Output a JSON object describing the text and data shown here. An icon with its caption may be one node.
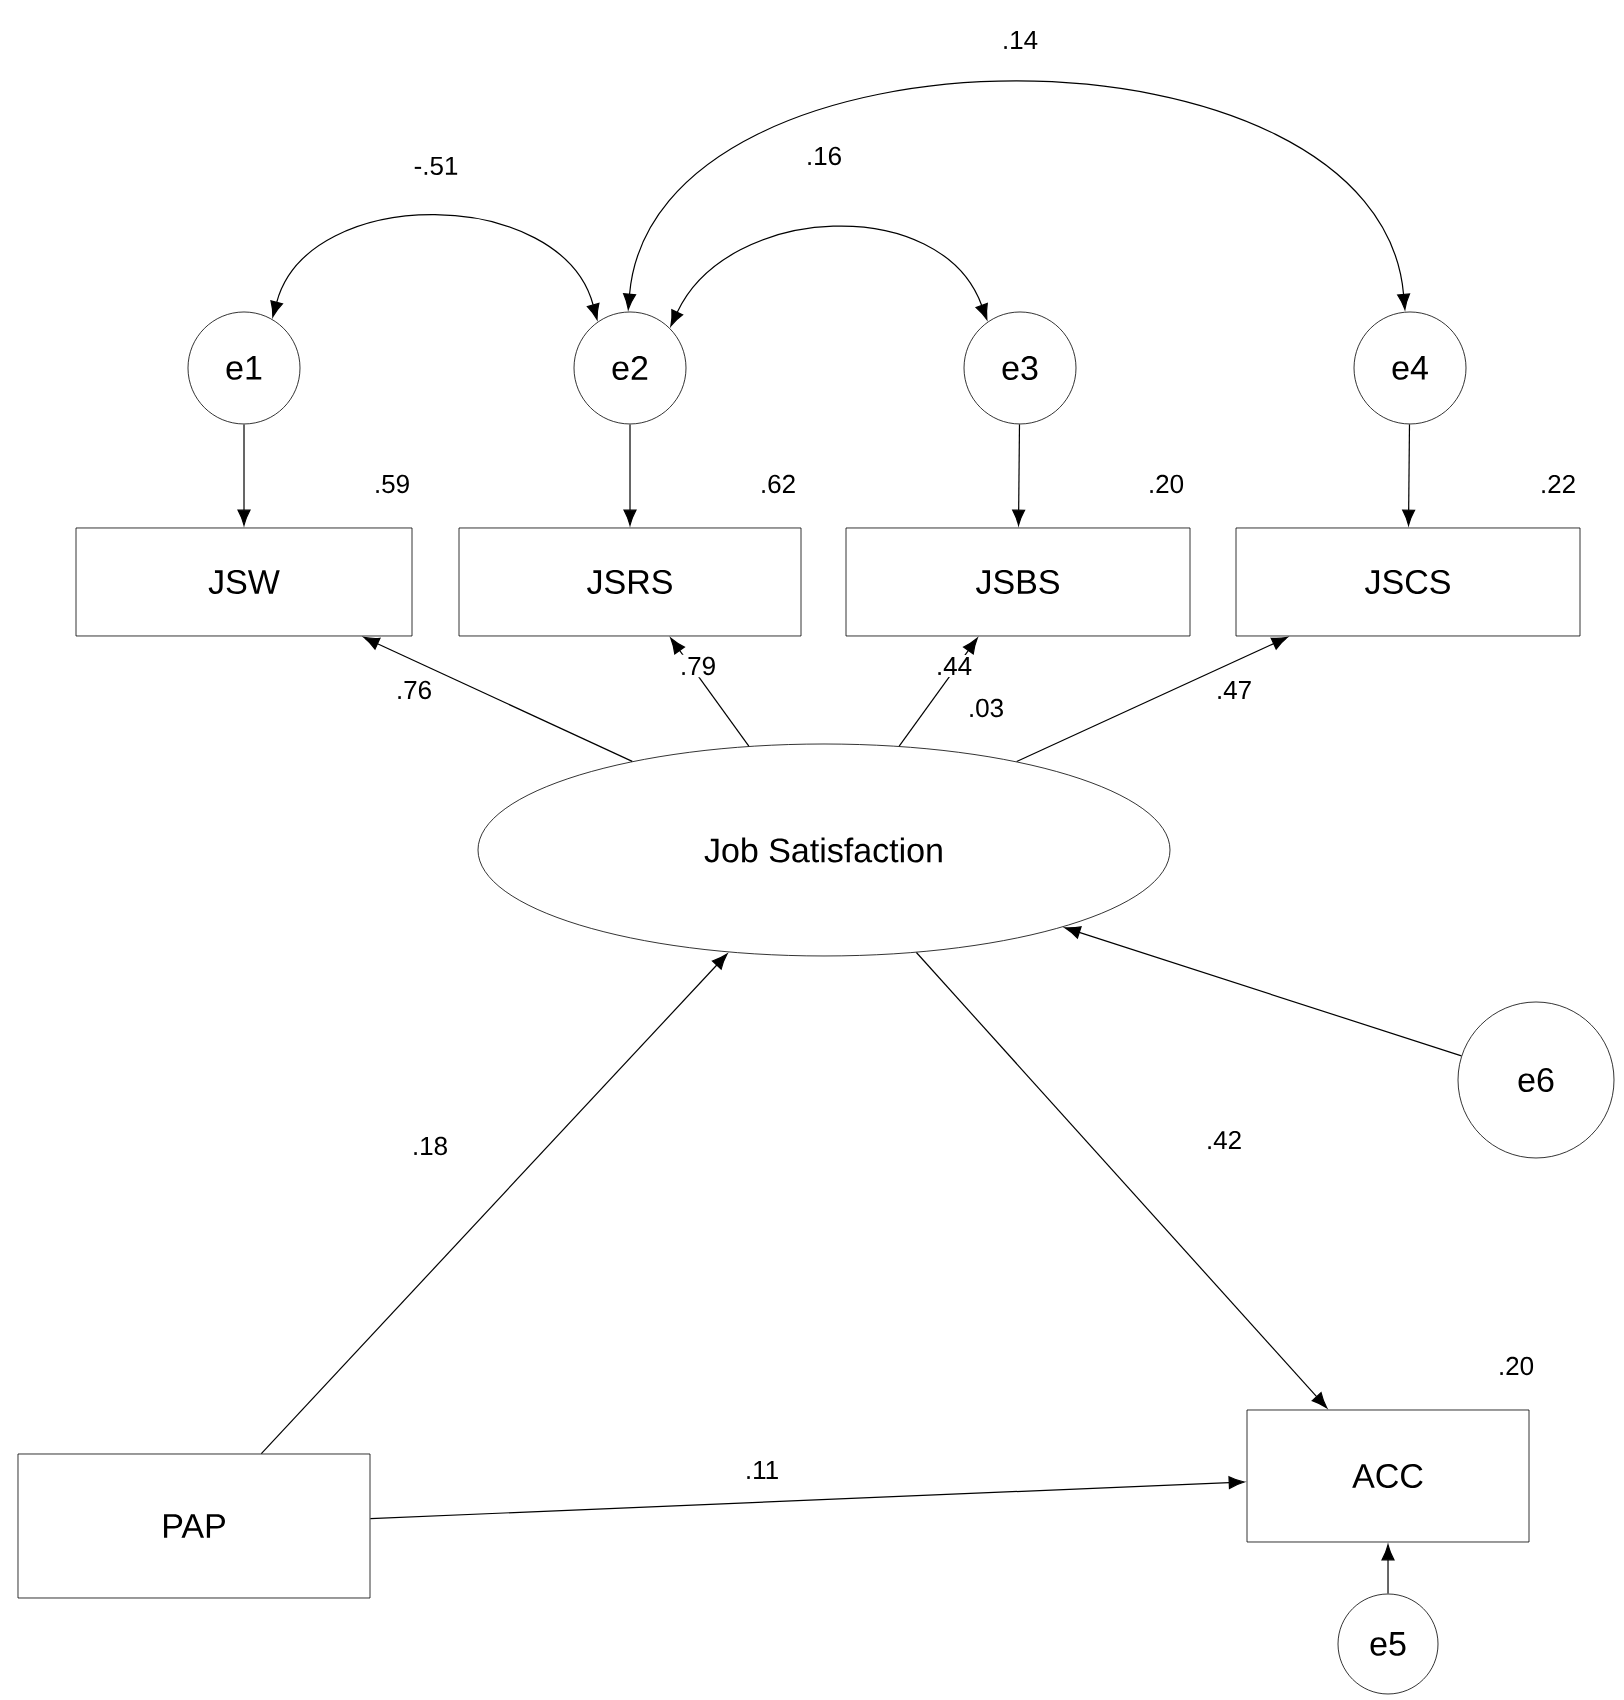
{
  "diagram": {
    "nodes": [
      {
        "text": [
          "e1"
        ]
      },
      {
        "text": [
          "e2"
        ]
      },
      {
        "text": [
          "e3"
        ]
      },
      {
        "text": [
          "e4"
        ]
      },
      {
        "text": [
          "JSW"
        ],
        "beside": [
          ".59"
        ]
      },
      {
        "text": [
          "JSRS"
        ],
        "beside": [
          ".62"
        ]
      },
      {
        "text": [
          "JSBS"
        ],
        "beside": [
          ".20"
        ]
      },
      {
        "text": [
          "JSCS"
        ],
        "beside": [
          ".22"
        ]
      },
      {
        "text": [
          "Job Satisfaction"
        ]
      },
      {
        "text": [
          "e6"
        ]
      },
      {
        "text": [
          "PAP"
        ]
      },
      {
        "text": [
          "ACC"
        ],
        "beside": [
          ".20"
        ]
      },
      {
        "text": [
          "e5"
        ]
      }
    ],
    "edges": [
      {
        "from": 0,
        "to": 1,
        "arrow": "both",
        "label": "-.51"
      },
      {
        "from": 1,
        "to": 2,
        "arrow": "both",
        "label": ".16"
      },
      {
        "from": 1,
        "to": 3,
        "arrow": "both",
        "label": ".14"
      },
      {
        "from": 0,
        "to": 4,
        "arrow": "to"
      },
      {
        "from": 1,
        "to": 5,
        "arrow": "to"
      },
      {
        "from": 2,
        "to": 6,
        "arrow": "to"
      },
      {
        "from": 3,
        "to": 7,
        "arrow": "to"
      },
      {
        "from": 8,
        "to": 4,
        "arrow": "to",
        "label": ".76"
      },
      {
        "from": 8,
        "to": 5,
        "arrow": "to",
        "label": ".79"
      },
      {
        "from": 8,
        "to": 6,
        "arrow": "to",
        "label": ".44"
      },
      {
        "from": 8,
        "to": 7,
        "arrow": "to",
        "label": ".47"
      },
      {
        "from": 10,
        "to": 8,
        "arrow": "to",
        "label": ".18"
      },
      {
        "from": 9,
        "to": 8,
        "arrow": "to"
      },
      {
        "from": 8,
        "to": 11,
        "arrow": "to",
        "label": ".42"
      },
      {
        "from": 10,
        "to": 11,
        "arrow": "to",
        "label": ".11"
      },
      {
        "from": 12,
        "to": 11,
        "arrow": "to"
      }
    ],
    "labels": [
      ".03"
    ]
  }
}
